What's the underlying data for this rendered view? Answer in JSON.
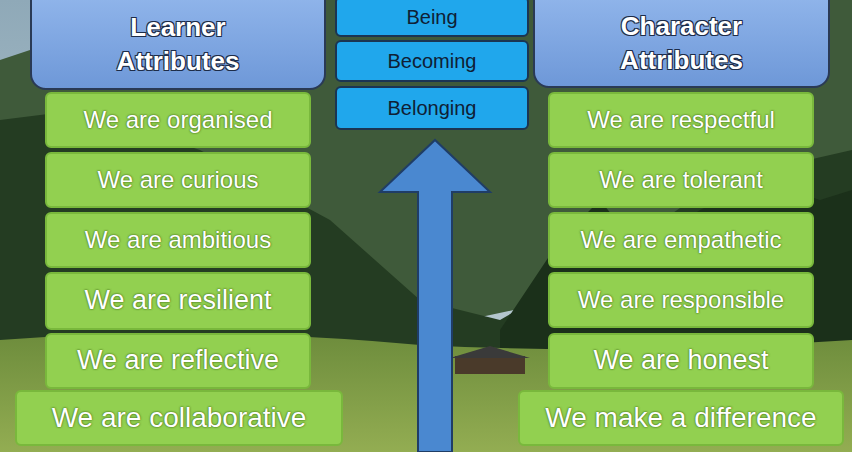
{
  "diagram": {
    "nodes": [
      {
        "text": [
          "Learner Attributes"
        ]
      },
      {
        "text": [
          "Being"
        ]
      },
      {
        "text": [
          "Becoming"
        ]
      },
      {
        "text": [
          "Belonging"
        ]
      },
      {
        "text": [
          "Character Attributes"
        ]
      },
      {
        "text": [
          "We are organised"
        ]
      },
      {
        "text": [
          "We are curious"
        ]
      },
      {
        "text": [
          "We are ambitious"
        ]
      },
      {
        "text": [
          "We are resilient"
        ]
      },
      {
        "text": [
          "We are reflective"
        ]
      },
      {
        "text": [
          "We are collaborative"
        ]
      },
      {
        "text": [
          "We are respectful"
        ]
      },
      {
        "text": [
          "We are tolerant"
        ]
      },
      {
        "text": [
          "We are empathetic"
        ]
      },
      {
        "text": [
          "We are responsible"
        ]
      },
      {
        "text": [
          "We are honest"
        ]
      },
      {
        "text": [
          "We make a difference"
        ]
      }
    ]
  }
}
